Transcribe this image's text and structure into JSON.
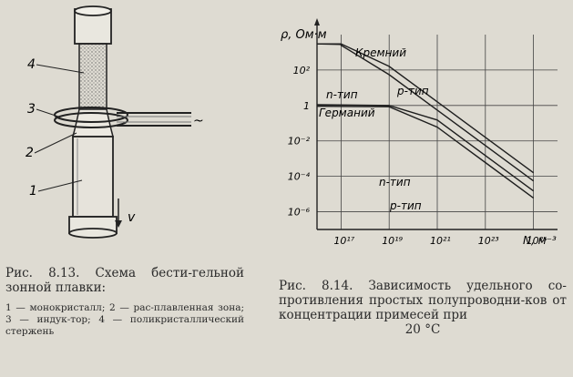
{
  "figure_left": {
    "labels": [
      "1",
      "2",
      "3",
      "4"
    ],
    "motion_symbol": "v",
    "ac_symbol": "~"
  },
  "caption_left": {
    "title": "Рис. 8.13. Схема бести-гельной зонной плавки:",
    "legend": "1 — монокристалл; 2 — рас-плавленная зона; 3 — индук-тор; 4 — поликристаллический стержень"
  },
  "caption_right": {
    "body": "Рис. 8.14. Зависимость удельного со-противления простых полупроводни-ков от концентрации примесей при",
    "last_line": "20 °C"
  },
  "chart_data": {
    "type": "line",
    "ylabel": "ρ, Ом·м",
    "xlabel": "N, м⁻³",
    "x_scale": "log",
    "y_scale": "log",
    "xlim": [
      1e+16,
      1e+26
    ],
    "ylim": [
      1e-07,
      10000.0
    ],
    "x_tick_labels": [
      "10¹⁷",
      "10¹⁹",
      "10²¹",
      "10²³",
      "10²⁵"
    ],
    "x_tick_values": [
      1e+17,
      1e+19,
      1e+21,
      1e+23,
      1e+25
    ],
    "y_tick_labels": [
      "10²",
      "1",
      "10⁻²",
      "10⁻⁴",
      "10⁻⁶"
    ],
    "y_tick_values": [
      100.0,
      1,
      0.01,
      0.0001,
      1e-06
    ],
    "grid": true,
    "annotations": [
      "Кремний",
      "Германий",
      "n-тип",
      "p-тип",
      "n-тип",
      "p-тип"
    ],
    "series": [
      {
        "name": "Кремний p-тип",
        "x": [
          1e+16,
          1e+17,
          1e+17,
          1e+19,
          1e+21,
          1e+23,
          1e+25
        ],
        "y": [
          3000,
          3000,
          3000,
          160,
          1.6,
          0.016,
          0.00016
        ]
      },
      {
        "name": "Кремний n-тип",
        "x": [
          1e+16,
          1e+17,
          1e+17,
          1e+19,
          1e+21,
          1e+23,
          1e+25
        ],
        "y": [
          3000,
          2800,
          2500,
          55,
          0.55,
          0.0055,
          5.5e-05
        ]
      },
      {
        "name": "Германий p-тип",
        "x": [
          1e+16,
          1e+19,
          1e+21,
          1e+23,
          1e+25
        ],
        "y": [
          1.1,
          1.0,
          0.15,
          0.0015,
          1.5e-05
        ]
      },
      {
        "name": "Германий n-тип",
        "x": [
          1e+16,
          1e+19,
          1e+21,
          1e+23,
          1e+25
        ],
        "y": [
          0.9,
          0.85,
          0.06,
          0.0006,
          6e-06
        ]
      }
    ]
  }
}
